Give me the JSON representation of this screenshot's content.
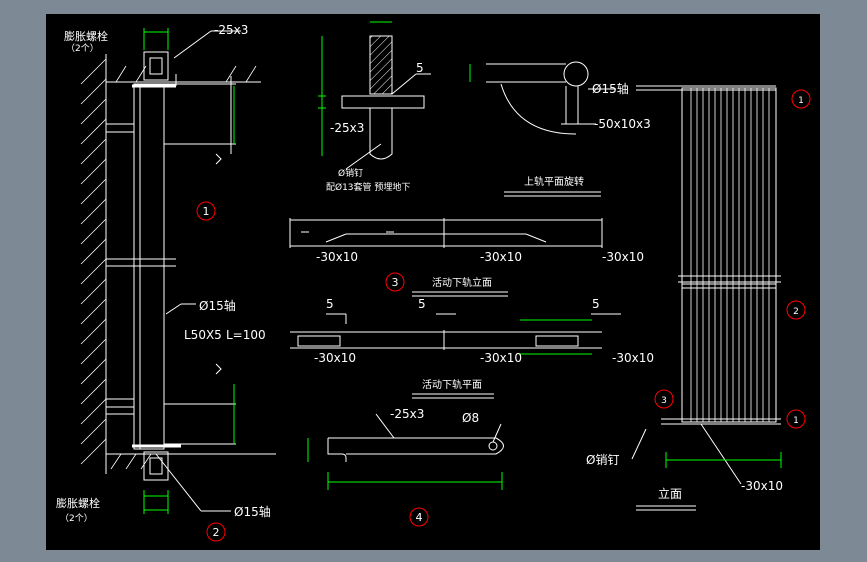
{
  "labels": {
    "bolt_top": "膨胀螺栓",
    "qty_top": "（2个）",
    "bolt_bottom": "膨胀螺栓",
    "qty_bottom": "（2个）",
    "plate_top": "-25x3",
    "num_1": "1",
    "num_2": "2",
    "shaft_15_left": "Ø15轴",
    "angle_l50": "L50X5",
    "angle_len": "L=100",
    "shaft_15_bottom": "Ø15轴",
    "detail_5": "5",
    "detail_plate": "-25x3",
    "detail_pin": "Ø销钉",
    "detail_note": "配Ø13套管 预埋地下",
    "top_rail_shaft": "Ø15轴",
    "top_rail_plate": "-50x10x3",
    "top_rail_title": "上轨平面旋转",
    "bar1_a": "-30x10",
    "bar1_b": "-30x10",
    "bar1_c": "-30x10",
    "num_3": "3",
    "lower_title": "活动下轨立面",
    "w5_a": "5",
    "w5_b": "5",
    "w5_c": "5",
    "bar2_a": "-30x10",
    "bar2_b": "-30x10",
    "bar2_c": "-30x10",
    "plan_title": "活动下轨平面",
    "plan_plate": "-25x3",
    "plan_hole": "Ø8",
    "num_4": "4",
    "gate_pin": "Ø销钉",
    "gate_bar": "-30x10",
    "elevation_title": "立面",
    "gate_mark_1": "1",
    "gate_mark_2": "2",
    "gate_mark_3": "3",
    "gate_mark_4": "1"
  },
  "colors": {
    "background": "#000000",
    "frame": "#7d8a96",
    "lines": "#ffffff",
    "dimensions": "#00ff00",
    "markers": "#ff0000"
  }
}
